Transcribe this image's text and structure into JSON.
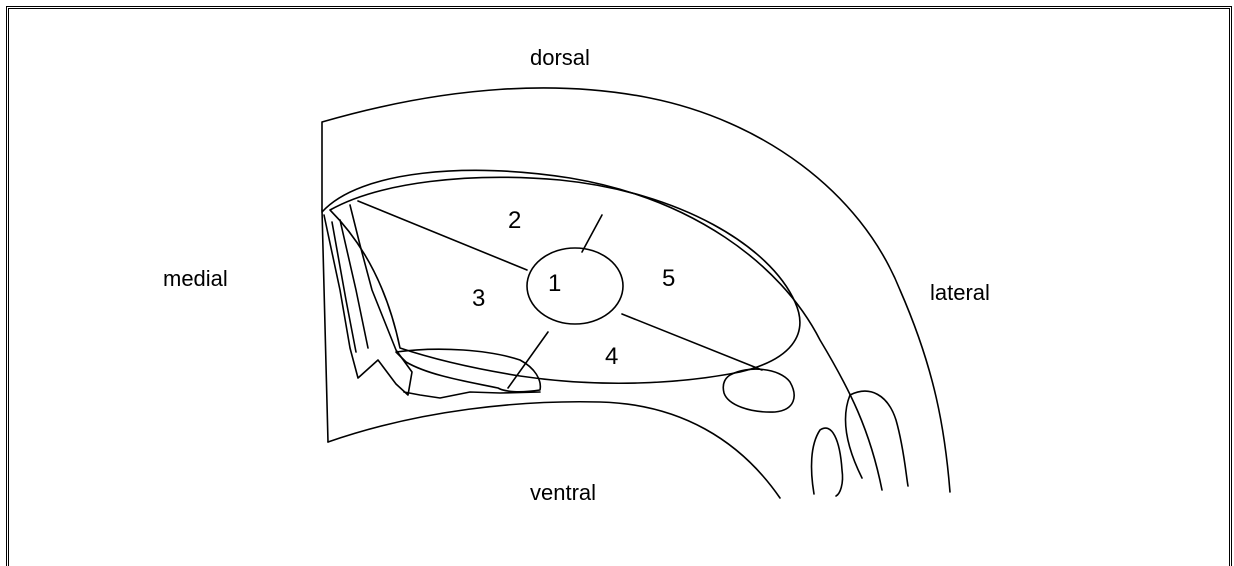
{
  "orientation": {
    "dorsal": "dorsal",
    "ventral": "ventral",
    "medial": "medial",
    "lateral": "lateral"
  },
  "regions": [
    "1",
    "2",
    "3",
    "4",
    "5"
  ]
}
